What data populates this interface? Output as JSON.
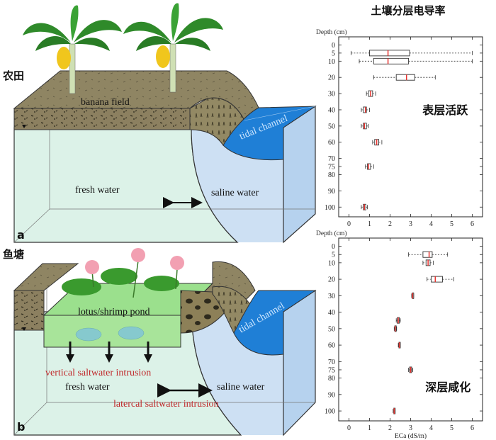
{
  "panel_a": {
    "side_label": "农田",
    "letter": "a",
    "field_label": "banana field",
    "fresh_label": "fresh water",
    "saline_label": "saline water",
    "channel_label": "tidal channel"
  },
  "panel_b": {
    "side_label": "鱼塘",
    "letter": "b",
    "pond_label": "lotus/shrimp pond",
    "vertical_label": "vertical saltwater intrusion",
    "fresh_label": "fresh water",
    "saline_label": "saline water",
    "lateral_label": "latercal saltwater intrusion",
    "channel_label": "tidal channel"
  },
  "colors": {
    "fresh": "#dff3ea",
    "saline": "#cfe2f5",
    "soil": "#8a7e5c",
    "channel": "#1f7fd6",
    "red_text": "#c0282a",
    "median": "#e8332f"
  },
  "chart_data": [
    {
      "type": "box",
      "title": "土壤分层电导率",
      "annotation": "表层活跃",
      "ylabel": "Depth (cm)",
      "y_ticks": [
        0,
        5,
        10,
        20,
        30,
        40,
        50,
        60,
        70,
        75,
        80,
        90,
        100
      ],
      "x_ticks": [
        0,
        1,
        2,
        3,
        4,
        5,
        6
      ],
      "xlim": [
        -0.5,
        6.5
      ],
      "ylim": [
        -5,
        106
      ],
      "boxes": [
        {
          "depth": 5,
          "min": 0.1,
          "q1": 1.0,
          "median": 1.9,
          "q3": 2.95,
          "max": 6.0
        },
        {
          "depth": 10,
          "min": 0.5,
          "q1": 1.2,
          "median": 1.9,
          "q3": 2.9,
          "max": 6.0
        },
        {
          "depth": 20,
          "min": 1.2,
          "q1": 2.3,
          "median": 2.8,
          "q3": 3.2,
          "max": 4.2
        },
        {
          "depth": 30,
          "min": 0.85,
          "q1": 0.95,
          "median": 1.05,
          "q3": 1.15,
          "max": 1.3
        },
        {
          "depth": 40,
          "min": 0.6,
          "q1": 0.7,
          "median": 0.8,
          "q3": 0.85,
          "max": 1.0
        },
        {
          "depth": 50,
          "min": 0.6,
          "q1": 0.7,
          "median": 0.75,
          "q3": 0.85,
          "max": 0.95
        },
        {
          "depth": 60,
          "min": 1.15,
          "q1": 1.25,
          "median": 1.35,
          "q3": 1.45,
          "max": 1.6
        },
        {
          "depth": 75,
          "min": 0.8,
          "q1": 0.9,
          "median": 0.95,
          "q3": 1.05,
          "max": 1.2
        },
        {
          "depth": 100,
          "min": 0.6,
          "q1": 0.7,
          "median": 0.75,
          "q3": 0.82,
          "max": 0.9
        }
      ]
    },
    {
      "type": "box",
      "annotation": "深层咸化",
      "ylabel": "Depth (cm)",
      "xlabel": "ECa (dS/m)",
      "y_ticks": [
        0,
        5,
        10,
        20,
        30,
        40,
        50,
        60,
        70,
        75,
        80,
        90,
        100
      ],
      "x_ticks": [
        0,
        1,
        2,
        3,
        4,
        5,
        6
      ],
      "xlim": [
        -0.5,
        6.5
      ],
      "ylim": [
        -5,
        106
      ],
      "boxes": [
        {
          "depth": 5,
          "min": 2.9,
          "q1": 3.6,
          "median": 3.9,
          "q3": 4.05,
          "max": 4.8
        },
        {
          "depth": 10,
          "min": 3.6,
          "q1": 3.75,
          "median": 3.85,
          "q3": 3.95,
          "max": 4.1
        },
        {
          "depth": 20,
          "min": 3.8,
          "q1": 4.0,
          "median": 4.2,
          "q3": 4.55,
          "max": 5.1
        },
        {
          "depth": 30,
          "min": 3.05,
          "q1": 3.08,
          "median": 3.1,
          "q3": 3.12,
          "max": 3.15
        },
        {
          "depth": 45,
          "min": 2.3,
          "q1": 2.35,
          "median": 2.4,
          "q3": 2.45,
          "max": 2.5
        },
        {
          "depth": 50,
          "min": 2.2,
          "q1": 2.23,
          "median": 2.25,
          "q3": 2.28,
          "max": 2.32
        },
        {
          "depth": 60,
          "min": 2.4,
          "q1": 2.43,
          "median": 2.45,
          "q3": 2.48,
          "max": 2.5
        },
        {
          "depth": 75,
          "min": 2.9,
          "q1": 2.95,
          "median": 3.0,
          "q3": 3.05,
          "max": 3.1
        },
        {
          "depth": 100,
          "min": 2.15,
          "q1": 2.18,
          "median": 2.2,
          "q3": 2.22,
          "max": 2.25
        }
      ]
    }
  ]
}
